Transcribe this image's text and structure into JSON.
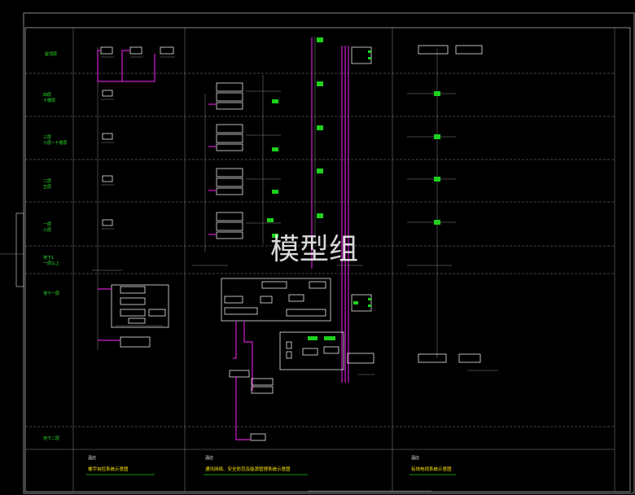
{
  "watermark": "模型组",
  "floors": [
    "屋顶层",
    "四层\n十楼层",
    "三层\n六层~十楼层",
    "二层\n五层",
    "一层\n六层",
    "地下1\n一层以上",
    "地下一层",
    "地下二层"
  ],
  "section_labels": [
    "酒店",
    "酒店",
    "酒店"
  ],
  "diagram_titles": [
    "楼宇自控系统示意图",
    "通讯网络、安全防范及能源管理系统示意图",
    "有线电视系统示意图"
  ],
  "colors": {
    "wire": "#d01fd0",
    "device": "#1dd11d",
    "frame": "#bfbfbf",
    "title": "#ffe600"
  }
}
